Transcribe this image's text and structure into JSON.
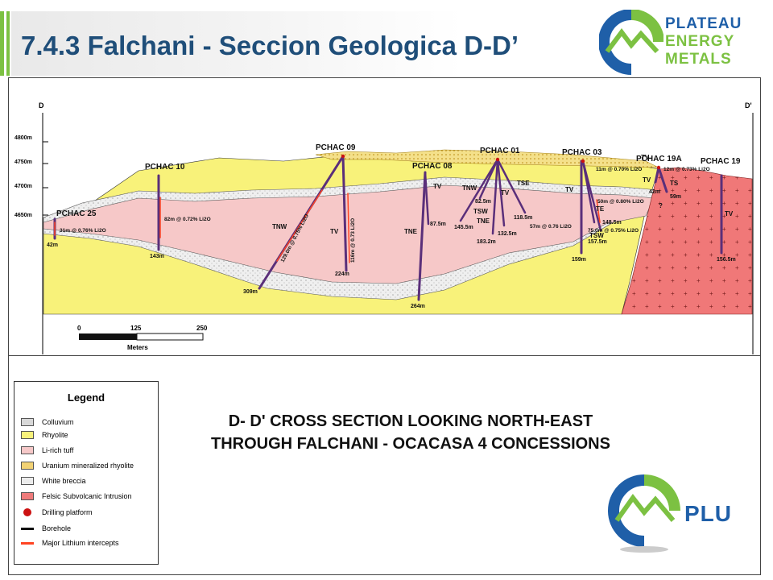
{
  "header": {
    "title": "7.4.3 Falchani - Seccion Geologica D-D’"
  },
  "brand": {
    "line1": "PLATEAU",
    "line2": "ENERGY",
    "line3": "METALS",
    "logo_colors": {
      "blue": "#1f5fa8",
      "green": "#7cc142"
    }
  },
  "section": {
    "end_left": "D",
    "end_right": "D'",
    "elevations": [
      "4800m",
      "4750m",
      "4700m",
      "4650m"
    ],
    "drillholes": [
      {
        "name": "PCHAC 25",
        "depth": "42m",
        "intercept": "31m @ 0.76% Li2O"
      },
      {
        "name": "PCHAC 10",
        "depth": "143m",
        "intercept": "82m @ 0.72% Li2O"
      },
      {
        "name": "PCHAC 09",
        "depths": [
          "309m",
          "224m"
        ],
        "intercepts": [
          "129.0m @ 0.75% Li2O",
          "116m @ 0.73 Li2O"
        ]
      },
      {
        "name": "PCHAC 08",
        "depths": [
          "264m",
          "87.5m"
        ]
      },
      {
        "name": "PCHAC 01",
        "depths": [
          "82.5m",
          "145.5m",
          "183.2m",
          "132.5m",
          "118.5m"
        ],
        "intercept": "57m @ 0.76 Li2O"
      },
      {
        "name": "PCHAC 03",
        "depths": [
          "159m",
          "148.5m",
          "157.5m"
        ],
        "intercepts": [
          "50m @ 0.80% Li2O",
          "75.0m @ 0.75% Li2O"
        ]
      },
      {
        "name": "PCHAC 19A",
        "depths": [
          "42m",
          "59m"
        ],
        "intercepts": [
          "11m @ 0.70% Li2O",
          "12m @ 0.73% Li2O"
        ]
      },
      {
        "name": "PCHAC 19",
        "depth": "156.5m"
      }
    ],
    "unit_labels": [
      "TNW",
      "TV",
      "TNE",
      "TV",
      "TNW",
      "TSW",
      "TNE",
      "TSE",
      "TV",
      "TV",
      "TV",
      "TE",
      "TSW",
      "TS",
      "TV",
      "TV",
      "?"
    ],
    "scale": {
      "ticks": [
        "0",
        "125",
        "250"
      ],
      "unit": "Meters"
    }
  },
  "legend": {
    "title": "Legend",
    "items": [
      {
        "label": "Colluvium",
        "color": "#d8d8d8"
      },
      {
        "label": "Rhyolite",
        "color": "#f8f27a"
      },
      {
        "label": "Li-rich tuff",
        "color": "#f6c8c8"
      },
      {
        "label": "Uranium mineralized rhyolite",
        "color": "#f2d274"
      },
      {
        "label": "White breccia",
        "color": "#ececec"
      },
      {
        "label": "Felsic Subvolcanic Intrusion",
        "color": "#ef7b7b"
      },
      {
        "label": "Drilling platform",
        "color": "#cc1111"
      },
      {
        "label": "Borehole",
        "color": "#111111"
      },
      {
        "label": "Major Lithium intercepts",
        "color": "#ff4422"
      }
    ]
  },
  "caption": {
    "line1": "D- D' CROSS SECTION LOOKING NORTH-EAST",
    "line2": "THROUGH FALCHANI - OCACASA 4 CONCESSIONS"
  },
  "footer_logo": {
    "text": "PLU"
  }
}
